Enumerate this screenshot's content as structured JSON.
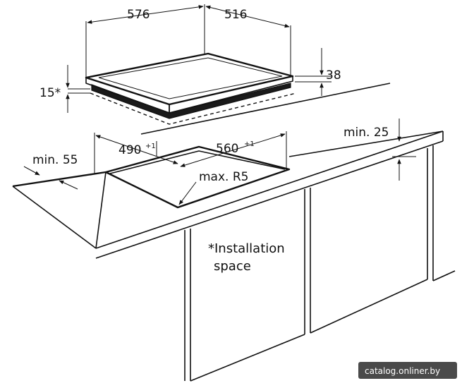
{
  "dimensions": {
    "hob_width": "576",
    "hob_depth": "516",
    "hob_height": "38",
    "installation_depth": "15*",
    "cutout_depth": "490",
    "cutout_depth_tolerance": "+1",
    "cutout_width": "560",
    "cutout_width_tolerance": "+1",
    "min_front_distance": "min. 55",
    "min_wall_distance": "min. 25",
    "corner_radius": "max. R5"
  },
  "note": {
    "line1": "*Installation",
    "line2": "space"
  },
  "watermark": "catalog.onliner.by",
  "colors": {
    "line": "#111111",
    "cooktop": "#1a1a1a",
    "watermark_bg": "#2a2a2a"
  }
}
